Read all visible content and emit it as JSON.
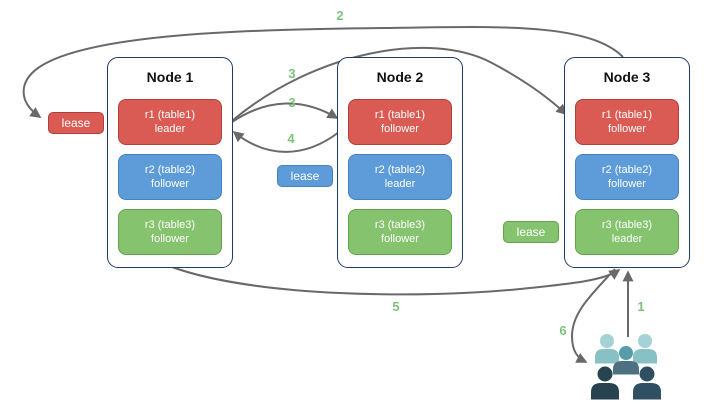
{
  "diagram": {
    "nodes": [
      {
        "title": "Node 1",
        "replicas": [
          {
            "label": "r1 (table1)",
            "role": "leader",
            "color": "#d95b53"
          },
          {
            "label": "r2 (table2)",
            "role": "follower",
            "color": "#5d9cd8"
          },
          {
            "label": "r3 (table3)",
            "role": "follower",
            "color": "#85c36e"
          }
        ]
      },
      {
        "title": "Node 2",
        "replicas": [
          {
            "label": "r1 (table1)",
            "role": "follower",
            "color": "#d95b53"
          },
          {
            "label": "r2 (table2)",
            "role": "leader",
            "color": "#5d9cd8"
          },
          {
            "label": "r3 (table3)",
            "role": "follower",
            "color": "#85c36e"
          }
        ]
      },
      {
        "title": "Node 3",
        "replicas": [
          {
            "label": "r1 (table1)",
            "role": "follower",
            "color": "#d95b53"
          },
          {
            "label": "r2 (table2)",
            "role": "follower",
            "color": "#5d9cd8"
          },
          {
            "label": "r3 (table3)",
            "role": "leader",
            "color": "#85c36e"
          }
        ]
      }
    ],
    "leases": [
      {
        "label": "lease",
        "color": "#d95b53"
      },
      {
        "label": "lease",
        "color": "#5d9cd8"
      },
      {
        "label": "lease",
        "color": "#85c36e"
      }
    ],
    "step_labels": {
      "s1": "1",
      "s2": "2",
      "s3a": "3",
      "s3b": "3",
      "s4": "4",
      "s5": "5",
      "s6": "6"
    },
    "colors": {
      "node_border": "#1f3b66",
      "arrow": "#696969",
      "step_label": "#7dc27b",
      "red_fill": "#d95b53",
      "red_border": "#b0413a",
      "blue_fill": "#5d9cd8",
      "blue_border": "#4781ba",
      "green_fill": "#85c36e",
      "green_border": "#63a24c"
    },
    "users_icon": {
      "name": "users-group-icon",
      "colors": {
        "back_head": "#a4d2d6",
        "back_body": "#87c0c5",
        "mid_head": "#579da9",
        "mid_body": "#4d7082",
        "front_left": "#27434f",
        "front_right": "#2f5062"
      }
    }
  }
}
